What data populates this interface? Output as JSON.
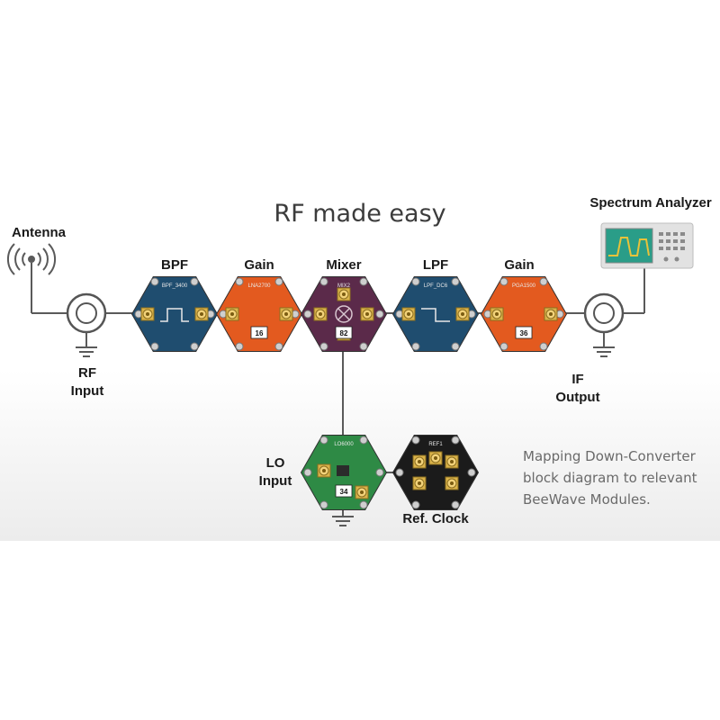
{
  "title": "RF made easy",
  "labels": {
    "antenna": "Antenna",
    "rf_input": [
      "RF",
      "Input"
    ],
    "if_output": [
      "IF",
      "Output"
    ],
    "lo_input": [
      "LO",
      "Input"
    ],
    "spectrum_analyzer": "Spectrum Analyzer",
    "ref_clock": "Ref. Clock"
  },
  "modules": [
    {
      "label": "BPF",
      "board": "BPF_3400",
      "color": "#1f4d6f"
    },
    {
      "label": "Gain",
      "board": "LNA2700",
      "badge": "16",
      "color": "#e35a1f"
    },
    {
      "label": "Mixer",
      "board": "MIX2",
      "badge": "82",
      "color": "#5b2a4a"
    },
    {
      "label": "LPF",
      "board": "LPF_DC6",
      "color": "#1f4d6f"
    },
    {
      "label": "Gain",
      "board": "PGA1500",
      "badge": "36",
      "color": "#e35a1f"
    }
  ],
  "lower_modules": [
    {
      "board": "LO6000",
      "badge": "34",
      "color": "#2e8a45"
    },
    {
      "board": "REF1",
      "color": "#1b1b1b"
    }
  ],
  "caption": [
    "Mapping Down-Converter",
    "block diagram to relevant",
    "BeeWave Modules."
  ],
  "colors": {
    "line": "#5a5a5a",
    "screen": "#2a9d88",
    "trace": "#e8c23a"
  }
}
